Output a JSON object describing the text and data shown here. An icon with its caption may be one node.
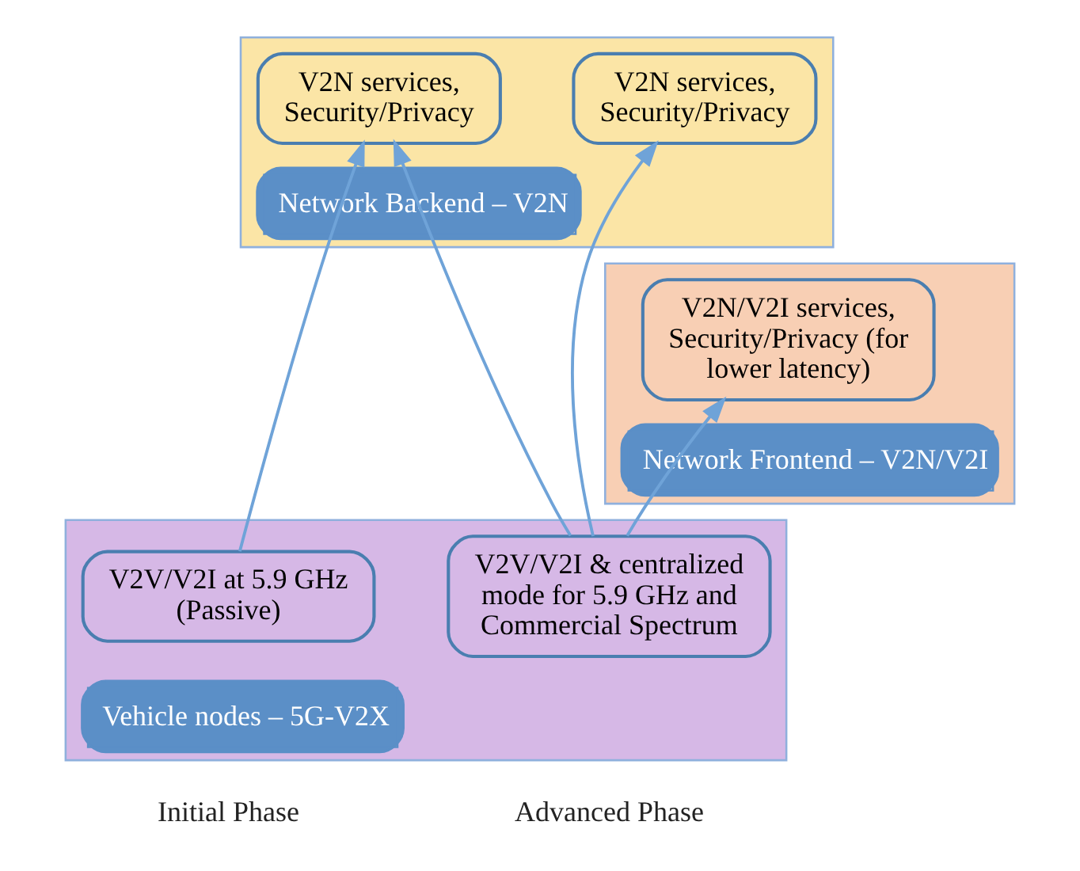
{
  "diagram": {
    "nodes": [
      {
        "text": [
          "Network Backend – V2N"
        ]
      },
      {
        "text": [
          "V2N services, Security/Privacy"
        ],
        "in": 0
      },
      {
        "text": [
          "V2N services, Security/Privacy"
        ],
        "in": 0
      },
      {
        "text": [
          "Network Frontend – V2N/V2I"
        ]
      },
      {
        "text": [
          "V2N/V2I services, Security/Privacy (for lower latency)"
        ],
        "in": 3
      },
      {
        "text": [
          "Vehicle nodes – 5G-V2X"
        ]
      },
      {
        "text": [
          "V2V/V2I at 5.9 GHz (Passive)"
        ],
        "in": 5
      },
      {
        "text": [
          "V2V/V2I & centralized mode for 5.9 GHz and Commercial Spectrum"
        ],
        "in": 5
      }
    ],
    "edges": [
      {
        "from": 6,
        "to": 1,
        "arrow": "to"
      },
      {
        "from": 7,
        "to": 1,
        "arrow": "to"
      },
      {
        "from": 7,
        "to": 2,
        "arrow": "to"
      },
      {
        "from": 7,
        "to": 4,
        "arrow": "to"
      }
    ],
    "labels": [
      "Initial Phase",
      "Advanced Phase"
    ]
  }
}
